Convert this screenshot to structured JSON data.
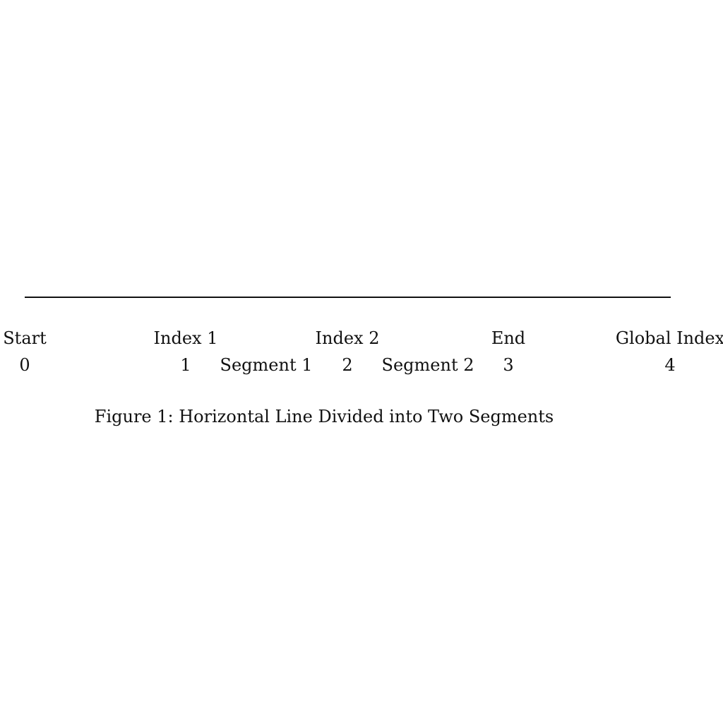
{
  "diagram": {
    "point_labels": [
      "Start",
      "Index 1",
      "Index 2",
      "End",
      "Global Index"
    ],
    "index_values": [
      "0",
      "1",
      "2",
      "3",
      "4"
    ],
    "segment_labels": [
      "Segment 1",
      "Segment 2"
    ]
  },
  "caption": "Figure 1: Horizontal Line Divided into Two Segments"
}
